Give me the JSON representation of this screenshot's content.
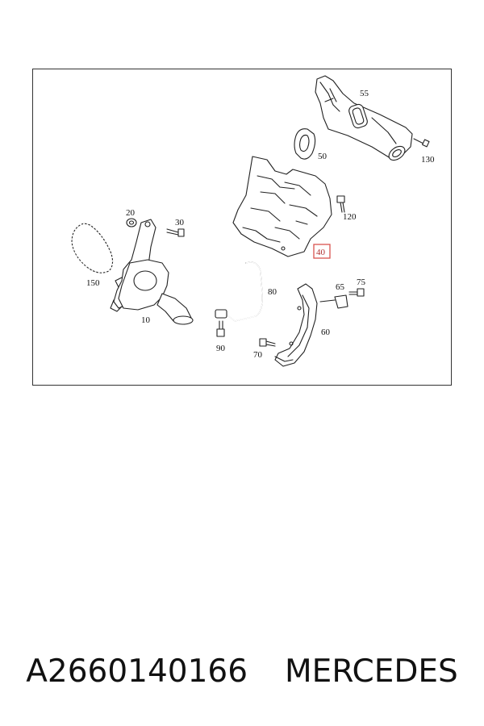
{
  "diagram": {
    "labels": {
      "p10": "10",
      "p20": "20",
      "p30": "30",
      "p40": "40",
      "p50": "50",
      "p55": "55",
      "p60": "60",
      "p65": "65",
      "p70": "70",
      "p75": "75",
      "p80": "80",
      "p90": "90",
      "p120": "120",
      "p130": "130",
      "p150": "150"
    },
    "highlighted_part": "40",
    "highlight_color": "#d9534f"
  },
  "caption": {
    "part_number": "A2660140166",
    "brand": "MERCEDES"
  }
}
